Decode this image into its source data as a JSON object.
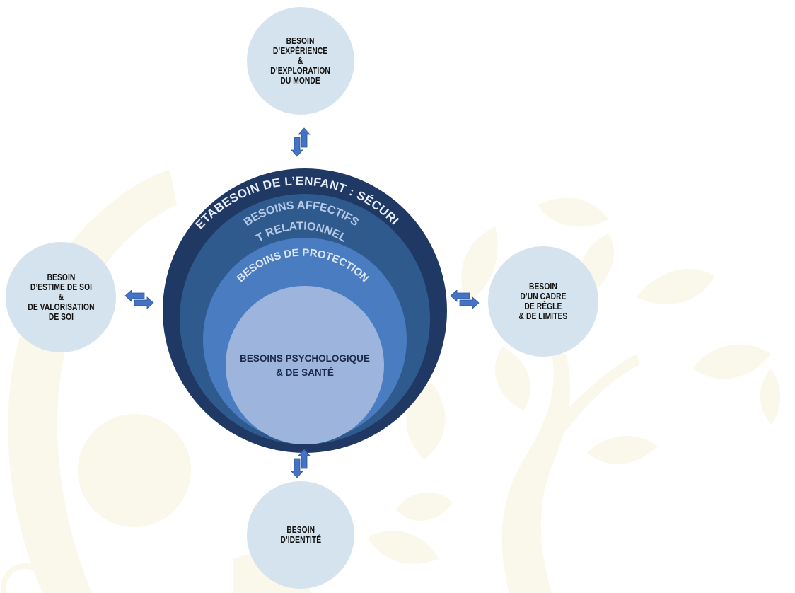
{
  "colors": {
    "ring_outer": "#203864",
    "ring_2": "#2e5a8e",
    "ring_3": "#4a7cc2",
    "core": "#9db4dc",
    "satellite": "#d4e3ee",
    "arrow": "#4472c4",
    "background_motif": "#faf8ea"
  },
  "center": {
    "ring_outer_label": "METABESOIN DE L’ENFANT : SÉCURITÉ",
    "ring_2_label_line1": "BESOINS AFFECTIFS",
    "ring_2_label_line2": "ET RELATIONNELS",
    "ring_3_label": "BESOINS DE PROTECTION",
    "core_line1": "BESOINS PSYCHOLOGIQUE",
    "core_line2": "& DE SANTÉ"
  },
  "satellites": {
    "top": {
      "lines": [
        "BESOIN",
        "D’EXPÉRIENCE",
        "&",
        "D’EXPLORATION",
        "DU MONDE"
      ]
    },
    "left": {
      "lines": [
        "BESOIN",
        "D’ESTIME DE SOI",
        "&",
        "DE VALORISATION",
        "DE SOI"
      ]
    },
    "right": {
      "lines": [
        "BESOIN",
        "D’UN CADRE",
        "DE RÈGLE",
        "& DE LIMITES"
      ]
    },
    "bottom": {
      "lines": [
        "BESOIN",
        "D’IDENTITÉ"
      ]
    }
  },
  "connectors": [
    "up-down-arrows-icon",
    "left-right-arrows-icon",
    "left-right-arrows-icon",
    "up-down-arrows-icon"
  ]
}
